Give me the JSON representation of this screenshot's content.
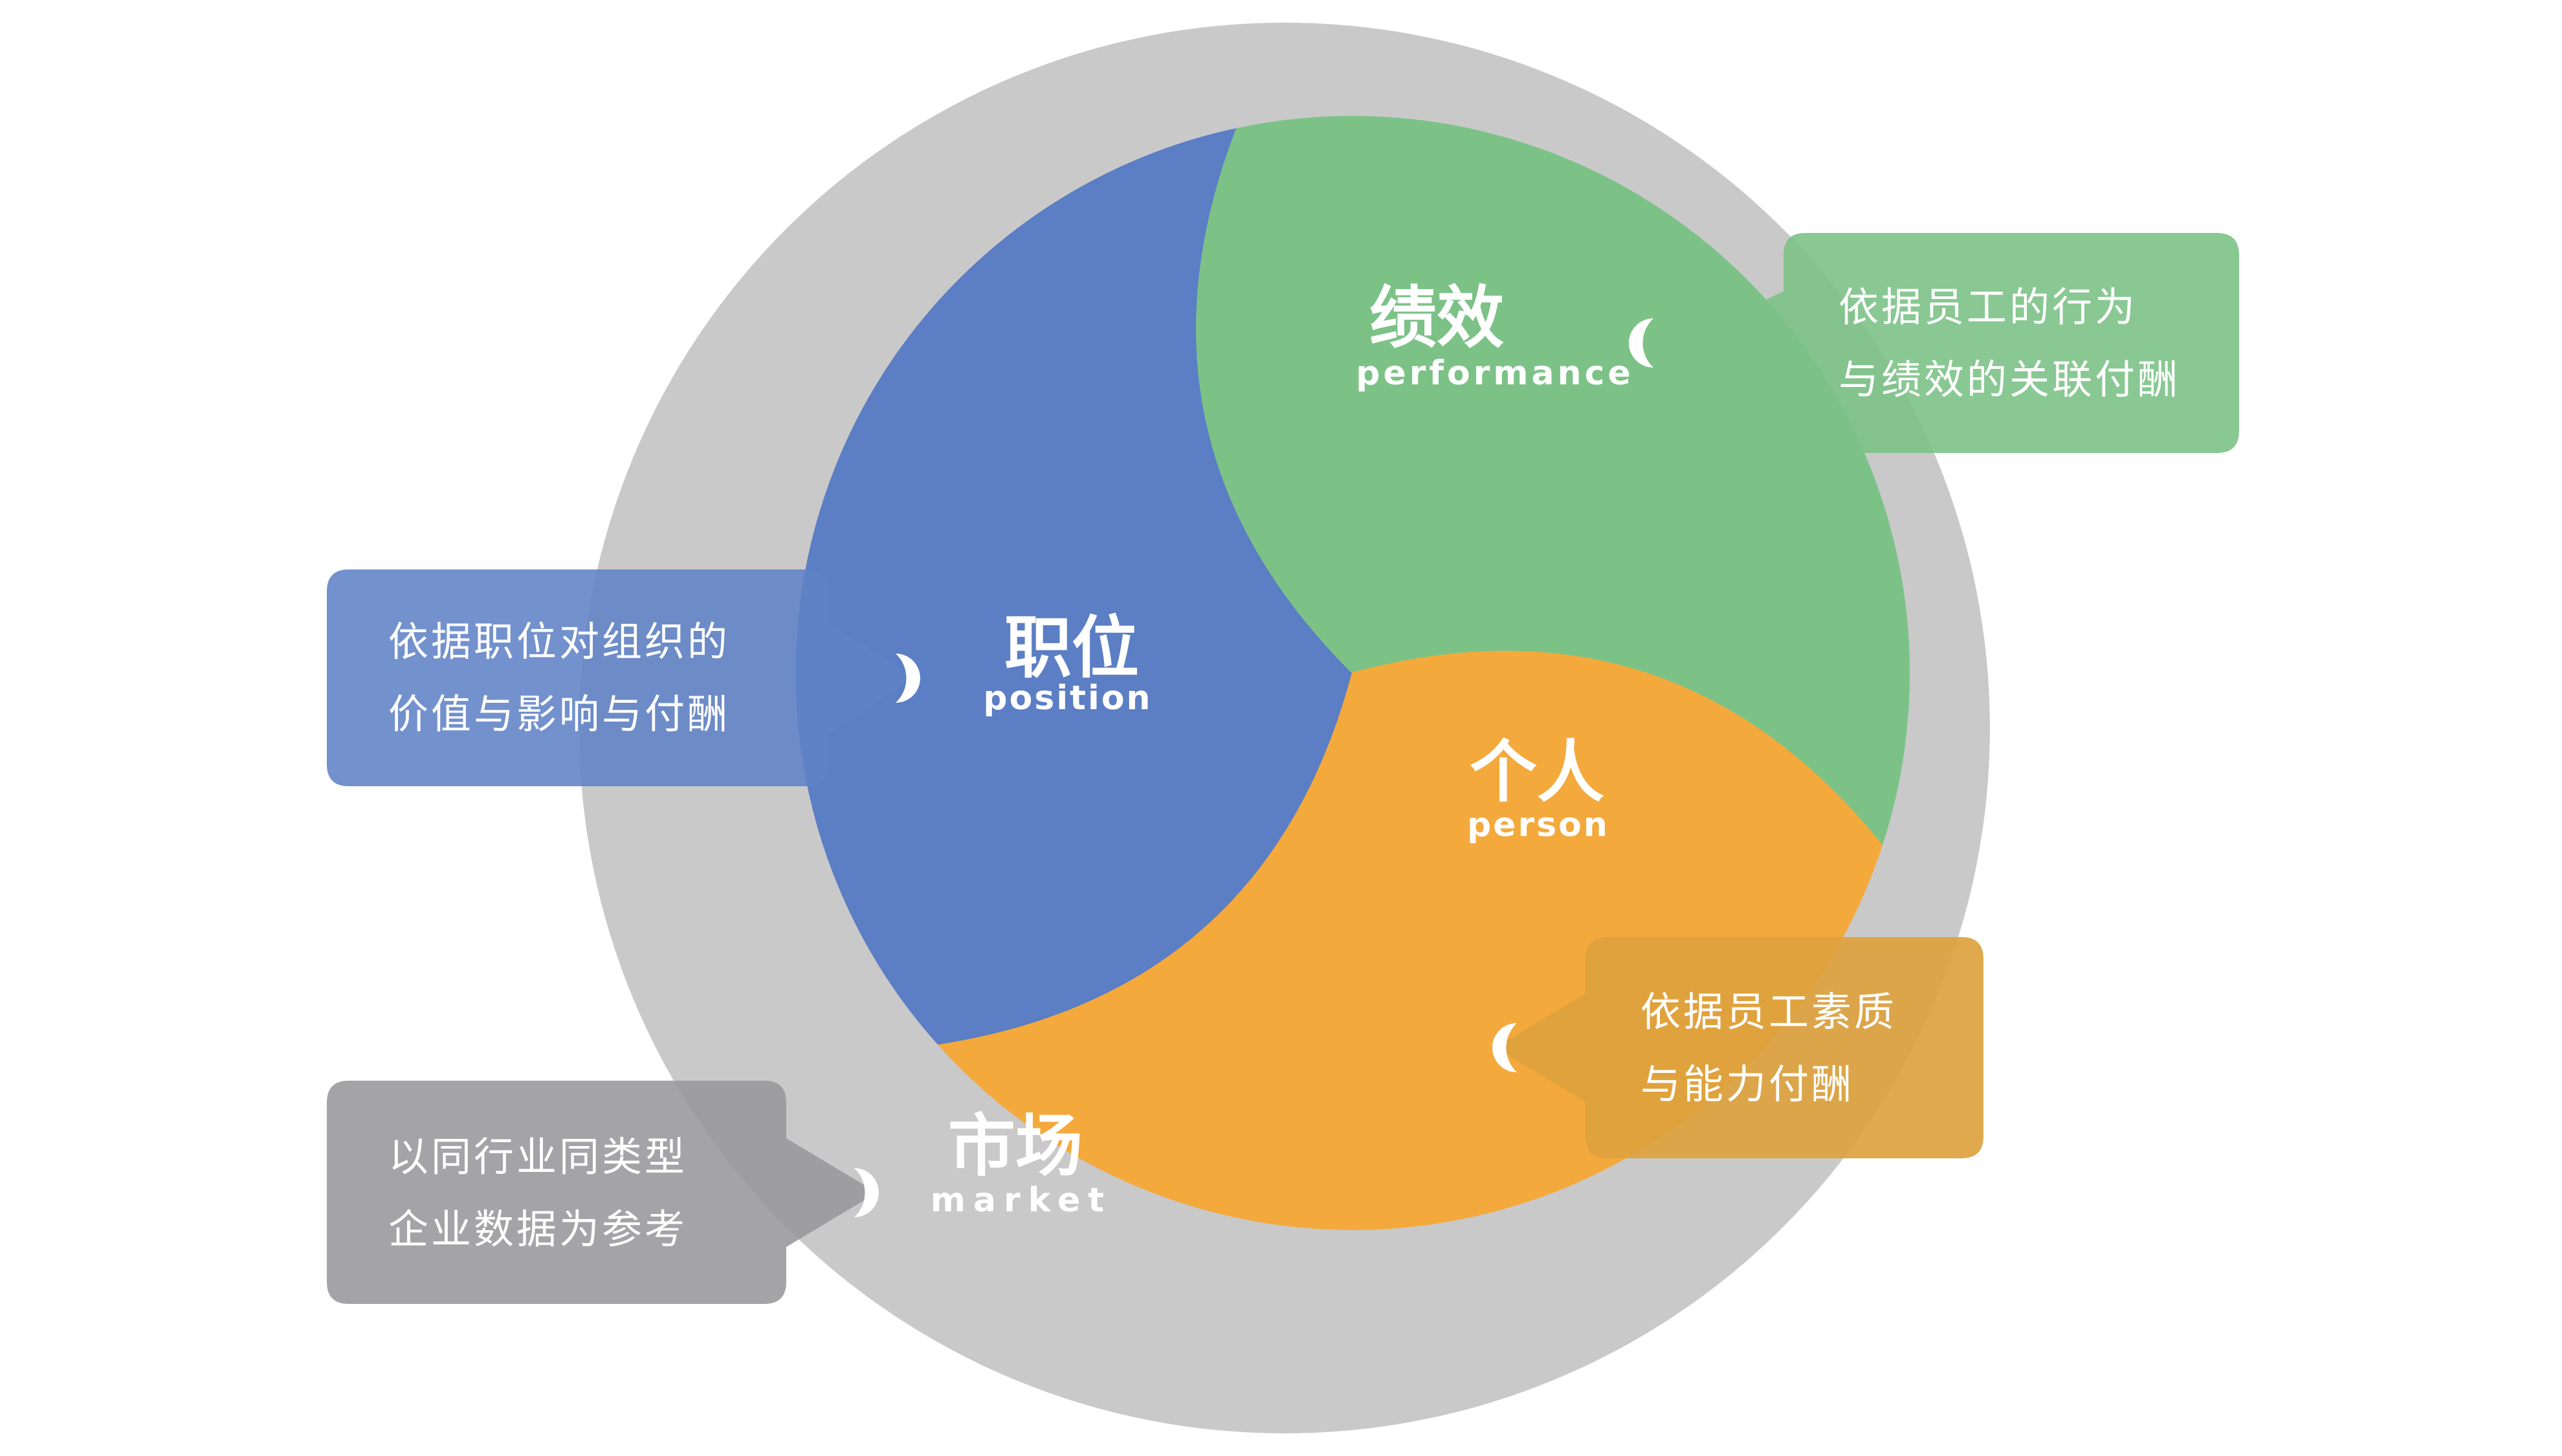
{
  "diagram": {
    "description_type": "triskelion-compensation-model",
    "colors": {
      "background": "#ffffff",
      "market_circle": "#c9c9ca",
      "segment_position": "#5b7ec4",
      "segment_performance": "#7cc287",
      "segment_person": "#f4a93c",
      "callout_position": "#6082c6",
      "callout_performance": "#7cc287",
      "callout_person": "#dda23e",
      "callout_market": "#97979a",
      "pointer_icon": "#ffffff",
      "label_text": "#ffffff"
    },
    "segments": {
      "position": {
        "zh": "职位",
        "en": "position",
        "callout": {
          "line1": "依据职位对组织的",
          "line2": "价值与影响与付酬"
        }
      },
      "performance": {
        "zh": "绩效",
        "en": "performance",
        "callout": {
          "line1": "依据员工的行为",
          "line2": "与绩效的关联付酬"
        }
      },
      "person": {
        "zh": "个人",
        "en": "person",
        "callout": {
          "line1": "依据员工素质",
          "line2": "与能力付酬"
        }
      },
      "market": {
        "zh": "市场",
        "en": "market",
        "callout": {
          "line1": "以同行业同类型",
          "line2": "企业数据为参考"
        }
      }
    }
  }
}
